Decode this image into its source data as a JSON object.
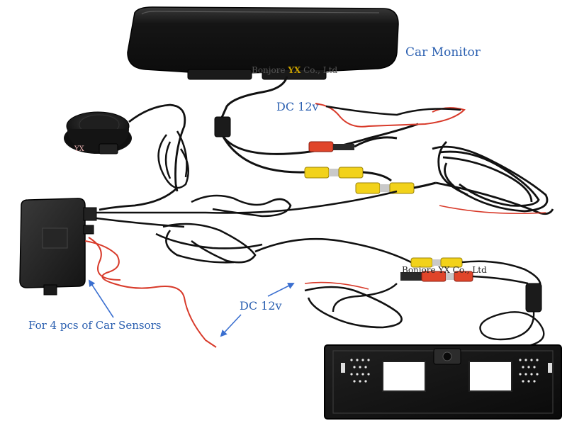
{
  "labels": {
    "car_monitor": "Car Monitor",
    "dc_top": "DC 12v",
    "dc_bottom": "DC 12v",
    "sensors": "For 4 pcs of Car Sensors"
  },
  "watermarks": {
    "mirror_prefix": "Bonjore ",
    "mirror_brand": "YX",
    "mirror_suffix": " Co., Ltd",
    "cable": "Bonjore YX Co., Ltd",
    "speaker": "YX"
  },
  "colors": {
    "label": "#2a5fb0",
    "arrow": "#3a6fd0",
    "cable": "#111111",
    "red_wire": "#d83a2a",
    "yellow_plug": "#f2d21a",
    "red_plug": "#e0452a"
  }
}
